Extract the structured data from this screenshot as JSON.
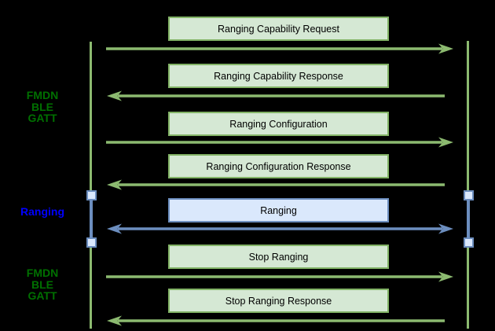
{
  "colors": {
    "background": "#000000",
    "green_fill": "#d5e8d4",
    "green_border": "#82b366",
    "green_line": "#8cba70",
    "blue_fill": "#dae8fc",
    "blue_border": "#6c8ebf",
    "blue_line": "#6c8ebf",
    "green_label_text": "#007000",
    "blue_label_text": "#0000ff",
    "box_text": "#000000",
    "marker_fill": "#dae8fc"
  },
  "side_labels": [
    {
      "lines": [
        "FMDN",
        "BLE",
        "GATT"
      ],
      "scheme": "green"
    },
    {
      "lines": [
        "Ranging"
      ],
      "scheme": "blue"
    },
    {
      "lines": [
        "FMDN",
        "BLE",
        "GATT"
      ],
      "scheme": "green"
    }
  ],
  "messages": [
    {
      "label": "Ranging Capability Request",
      "direction": "right",
      "scheme": "green"
    },
    {
      "label": "Ranging Capability Response",
      "direction": "left",
      "scheme": "green"
    },
    {
      "label": "Ranging Configuration",
      "direction": "right",
      "scheme": "green"
    },
    {
      "label": "Ranging Configuration Response",
      "direction": "left",
      "scheme": "green"
    },
    {
      "label": "Ranging",
      "direction": "both",
      "scheme": "blue"
    },
    {
      "label": "Stop Ranging",
      "direction": "right",
      "scheme": "green"
    },
    {
      "label": "Stop Ranging Response",
      "direction": "left",
      "scheme": "green"
    }
  ]
}
